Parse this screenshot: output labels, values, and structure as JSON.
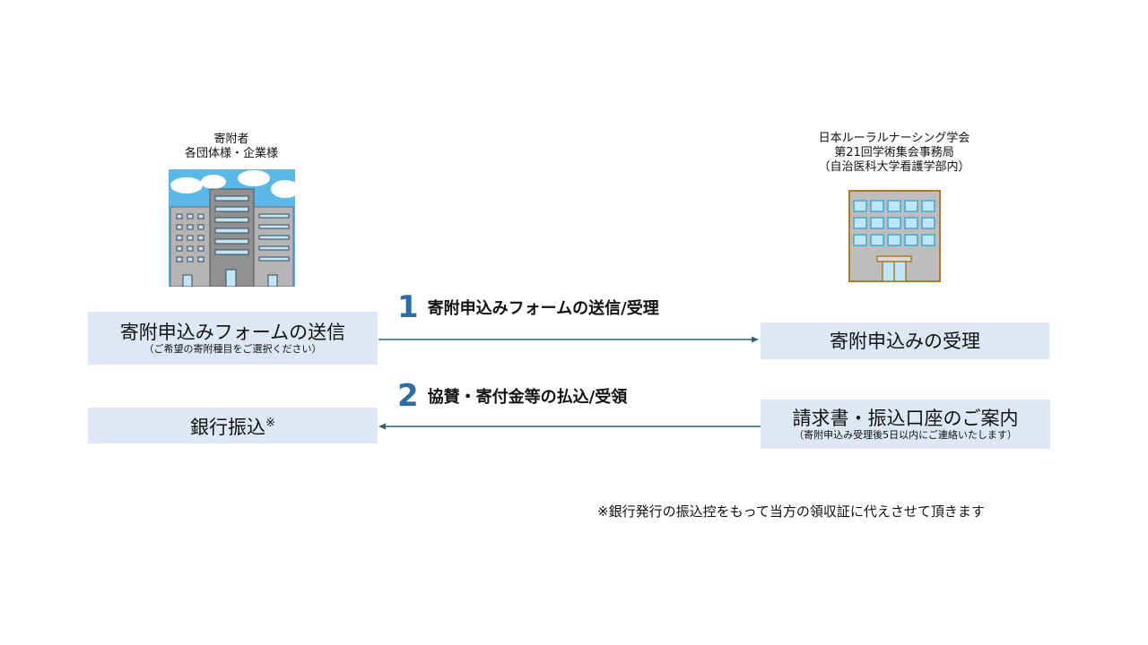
{
  "donor": {
    "caption_line1": "寄附者",
    "caption_line2": "各団体様・企業様",
    "icon": "office-buildings-icon"
  },
  "office": {
    "caption_line1": "日本ルーラルナーシング学会",
    "caption_line2": "第21回学術集会事務局",
    "caption_line3": "（自治医科大学看護学部内）",
    "icon": "office-building-icon"
  },
  "boxes": {
    "send_form": {
      "main": "寄附申込みフォームの送信",
      "sub": "（ご希望の寄附種目をご選択ください）"
    },
    "receive_form": {
      "main": "寄附申込みの受理"
    },
    "bank_transfer": {
      "main": "銀行振込",
      "mark": "※"
    },
    "invoice": {
      "main": "請求書・振込口座のご案内",
      "sub": "（寄附申込み受理後5日以内にご連絡いたします）"
    }
  },
  "steps": [
    {
      "number": "1",
      "label": "寄附申込みフォームの送信/受理"
    },
    {
      "number": "2",
      "label": "協賛・寄付金等の払込/受領"
    }
  ],
  "footnote": "※銀行発行の振込控をもって当方の領収証に代えさせて頂きます",
  "colors": {
    "box": "#dde8f4",
    "accent": "#2e6da4",
    "arrow": "#2f5f80"
  }
}
